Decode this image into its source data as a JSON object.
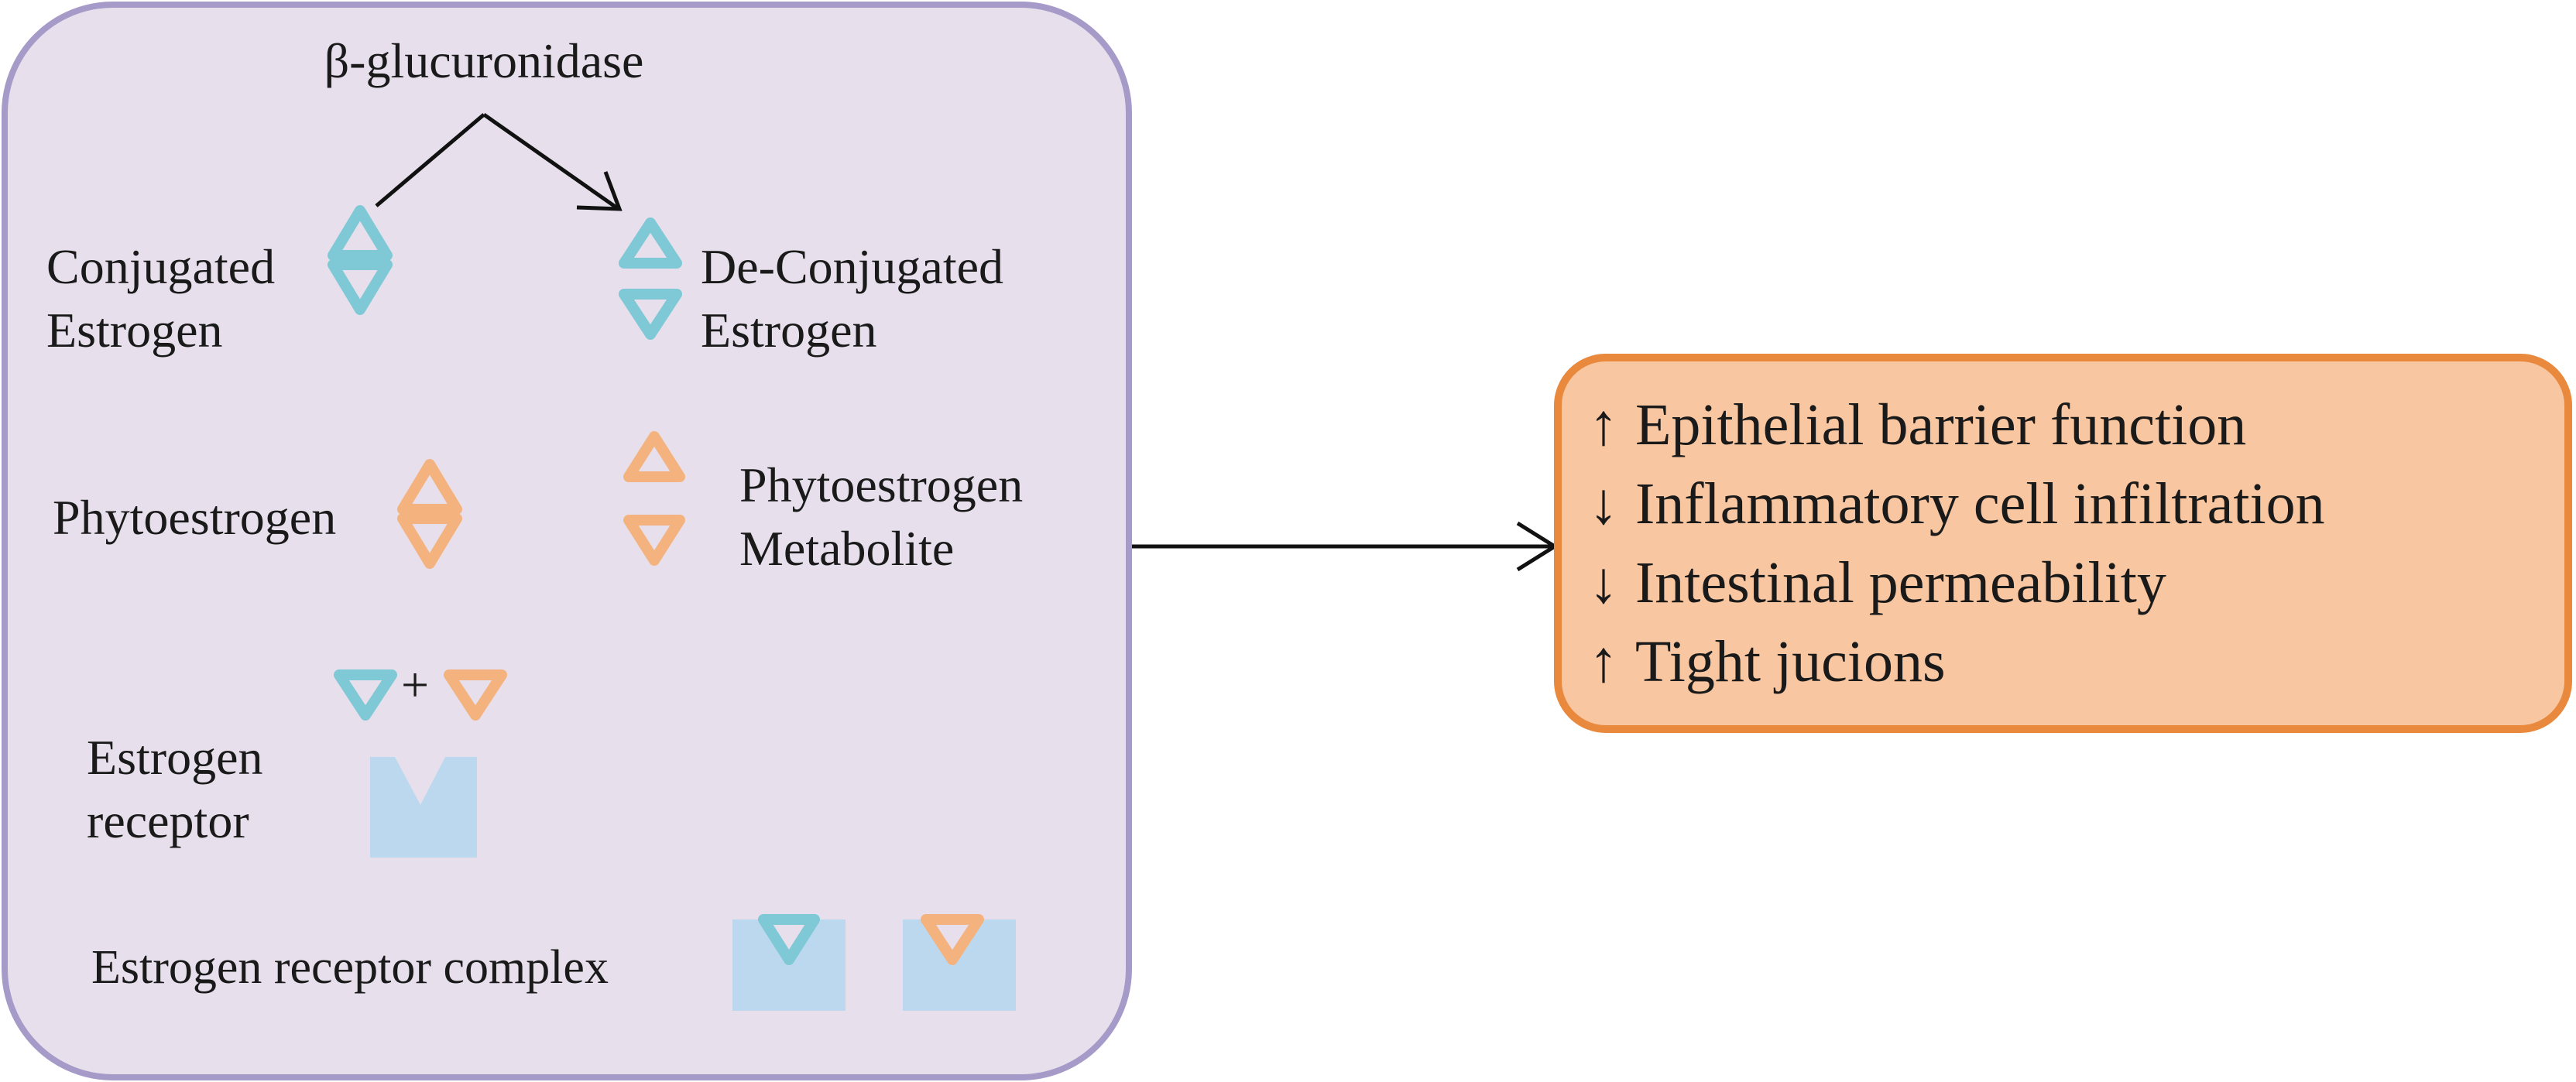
{
  "colors": {
    "panel_fill": "#E7E0EC",
    "panel_stroke": "#A69BC8",
    "estrogen": "#7FC8D6",
    "phytoestrogen": "#F4B37E",
    "receptor": "#BCD8EE",
    "outcome_fill": "#F8C6A0",
    "outcome_stroke": "#E8893E",
    "arrow": "#111111"
  },
  "enzyme": {
    "label": "β-glucuronidase"
  },
  "conjugated_estrogen": {
    "line1": "Conjugated",
    "line2": "Estrogen",
    "icon": "double-triangle-diamond-icon"
  },
  "deconjugated_estrogen": {
    "line1": "De-Conjugated",
    "line2": "Estrogen",
    "icon": "separated-triangles-icon"
  },
  "phytoestrogen": {
    "label": "Phytoestrogen",
    "icon": "double-triangle-diamond-icon"
  },
  "phytoestrogen_metabolite": {
    "line1": "Phytoestrogen",
    "line2": "Metabolite",
    "icon": "separated-triangles-icon"
  },
  "binding": {
    "plus": "+"
  },
  "estrogen_receptor": {
    "line1": "Estrogen",
    "line2": "receptor",
    "icon": "notched-receptor-icon"
  },
  "receptor_complex": {
    "label": "Estrogen receptor complex"
  },
  "outcomes": [
    {
      "arrow": "↑",
      "text": "Epithelial barrier function"
    },
    {
      "arrow": "↓",
      "text": "Inflammatory cell infiltration"
    },
    {
      "arrow": "↓",
      "text": "Intestinal permeability"
    },
    {
      "arrow": "↑",
      "text": "Tight jucions"
    }
  ]
}
